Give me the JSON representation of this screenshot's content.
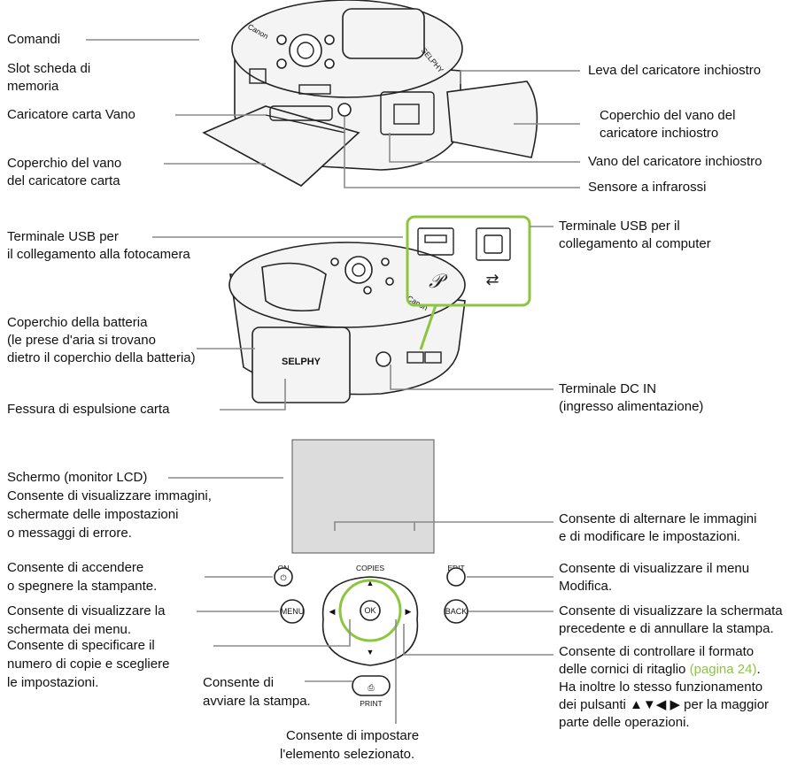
{
  "section1": {
    "comandi": "Comandi",
    "slot_line1": "Slot scheda di",
    "slot_line2": "memoria",
    "caricatore_carta": "Caricatore carta Vano",
    "coperchio_carta_line1": "Coperchio del vano",
    "coperchio_carta_line2": "del caricatore carta",
    "leva": "Leva del caricatore inchiostro",
    "coperchio_inchiostro_line1": "Coperchio del vano del",
    "coperchio_inchiostro_line2": "caricatore inchiostro",
    "vano_inchiostro": "Vano del caricatore inchiostro",
    "sensore": "Sensore a infrarossi"
  },
  "section2": {
    "usb_camera_line1": "Terminale USB per",
    "usb_camera_line2": "il collegamento alla fotocamera",
    "usb_computer_line1": "Terminale USB per il",
    "usb_computer_line2": "collegamento al computer",
    "batteria_line1": "Coperchio della batteria",
    "batteria_line2": "(le prese d'aria si trovano",
    "batteria_line3": "dietro il coperchio della batteria)",
    "fessura": "Fessura di espulsione carta",
    "dc_line1": "Terminale DC IN",
    "dc_line2": "(ingresso alimentazione)"
  },
  "section3": {
    "schermo_line1": "Schermo (monitor LCD)",
    "schermo_line2": "Consente di visualizzare immagini,",
    "schermo_line3": "schermate delle impostazioni",
    "schermo_line4": "o messaggi di errore.",
    "on_line1": "Consente di accendere",
    "on_line2": "o spegnere la stampante.",
    "menu_line1": "Consente di visualizzare la",
    "menu_line2": "schermata dei menu.",
    "copies_line1": "Consente di specificare il",
    "copies_line2": "numero di copie e scegliere",
    "copies_line3": "le impostazioni.",
    "print_line1": "Consente di",
    "print_line2": "avviare la stampa.",
    "ok_line1": "Consente di impostare",
    "ok_line2": "l'elemento selezionato.",
    "alternare_line1": "Consente di alternare le immagini",
    "alternare_line2": "e di modificare le impostazioni.",
    "edit_line1": "Consente di visualizzare il menu",
    "edit_line2": "Modifica.",
    "back_line1": "Consente di visualizzare la schermata",
    "back_line2": "precedente e di annullare la stampa.",
    "ghiera_line1": "Consente di controllare il formato",
    "ghiera_line2_pre": "delle cornici di ritaglio ",
    "ghiera_line2_link": "(pagina 24)",
    "ghiera_line2_post": ".",
    "ghiera_line3": "Ha inoltre lo stesso funzionamento",
    "ghiera_line4": "dei pulsanti ▲▼◀ ▶ per la maggior",
    "ghiera_line5": "parte delle operazioni."
  },
  "buttons": {
    "on": "ON",
    "edit": "EDIT",
    "copies": "COPIES",
    "menu": "MENU",
    "back": "BACK",
    "ok": "OK",
    "print": "PRINT",
    "brand": "SELPHY",
    "logo": "Canon"
  },
  "colors": {
    "accent_green": "#8cc63f",
    "leader_gray": "#8a8a8a"
  }
}
